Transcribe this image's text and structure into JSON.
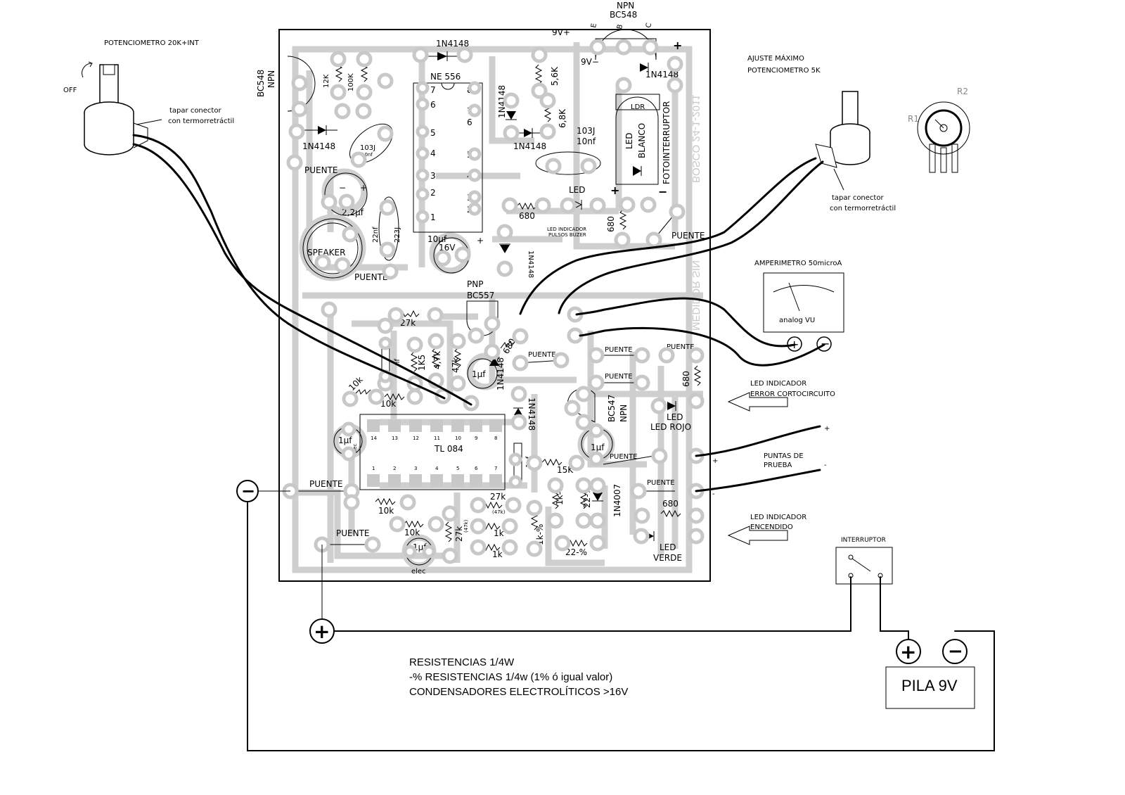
{
  "pot_left": {
    "title": "POTENCIOMETRO 20K+INT",
    "off": "OFF",
    "note1": "tapar conector",
    "note2": "con termorretráctil"
  },
  "pot_right": {
    "title1": "AJUSTE MÁXIMO",
    "title2": "POTENCIOMETRO 5K",
    "r1": "R1",
    "r2": "R2",
    "note1": "tapar conector",
    "note2": "con termorretráctil"
  },
  "meter": {
    "title": "AMPERIMETRO 50microA",
    "face": "analog VU",
    "plus": "+",
    "minus": "−"
  },
  "board": {
    "vert1": "BOSCO 24-1-2011",
    "vert2": "MEDIDOR SIN",
    "top": {
      "ic": "NE 556",
      "ic_pins_left": [
        "7",
        "6",
        "5",
        "4",
        "3",
        "2",
        "1"
      ],
      "ic_pins_right": [
        "8",
        "7",
        "6",
        "5",
        "4",
        "3",
        "2"
      ],
      "ic_top_left": "7",
      "ic_top_right": "8",
      "t1_npn": "NPN",
      "t1_type": "BC548",
      "t1_pins": [
        "E",
        "B",
        "C"
      ],
      "t2_type": "BC548",
      "t2_npn": "NPN",
      "d_top": "1N4148",
      "v_plus": "9V+",
      "v_minus": "9V−",
      "d_right": "1N4148",
      "plus_sign": "+",
      "r12k": "12K",
      "r100k": "100K",
      "r56k": "5,6K",
      "r68k": "6,8K",
      "d_v": "1N4148",
      "d_h": "1N4148",
      "d_left": "1N4148",
      "c103j": "103J",
      "c10nf_small": "10nf",
      "c103j_b": "103J",
      "c10nf": "10nf",
      "ldr": "LDR",
      "led_blanco1": "LED",
      "led_blanco2": "BLANCO",
      "fotointerruptor": "FOTOINTERRUPTOR",
      "puente1": "PUENTE",
      "c22uf": "2,2µf",
      "c22nf": "22nf",
      "c223j": "223J",
      "speaker": "SPEAKER",
      "puente2": "PUENTE",
      "c10uf": "10µf",
      "c16v": "16V",
      "led": "LED",
      "r680": "680",
      "led_ind1": "LED INDICADOR",
      "led_ind2": "PULSOS BUZER",
      "d_bottom": "1N4148",
      "r680_v": "680",
      "puente3": "PUENTE",
      "minus_sign": "−"
    },
    "bottom": {
      "pnp": "PNP",
      "bc557": "BC557",
      "r27k": "27k",
      "r680": "680",
      "puente_a": "PUENTE",
      "puente_b": "PUENTE",
      "puente_c": "PUENTE",
      "puente_d": "PUENTE",
      "nf": "nf",
      "r1k5": "1K5",
      "r47k_a": "4,7k",
      "r47k_b": "47k",
      "c1uf_a": "1µf",
      "d1n4148_a": "1N4148",
      "r10k_a": "10k",
      "r10k_b": "10k",
      "d1n4148_b": "1N4148",
      "r680_b": "680",
      "led_rojo_1": "LED",
      "led_rojo_2": "LED ROJO",
      "bc547": "BC547",
      "npn": "NPN",
      "c1uf_b": "1µf",
      "c1uf_c": "1µf",
      "elec": "elec",
      "ic": "TL 084",
      "ic_pins_top": [
        "14",
        "13",
        "12",
        "11",
        "10",
        "9",
        "8"
      ],
      "ic_pins_bottom": [
        "1",
        "2",
        "3",
        "4",
        "5",
        "6",
        "7"
      ],
      "c1uf_d": "1µf",
      "r15k": "15K",
      "puente_e": "PUENTE",
      "puente_f": "PUENTE",
      "puente_g": "PUENTE",
      "r10k_c": "10k",
      "r10k_d": "10k",
      "r27k_b": "27k",
      "r47k_small": "(47k)",
      "r27k_c": "27k",
      "r47k_small2": "(47k)",
      "r1k_a": "1k",
      "r1k_b": "1k",
      "r1k_pct_a": "1k-%",
      "r1k_pct_b": "1k-%",
      "r22_a": "22-%",
      "r22_b": "22-%",
      "d1n4007": "1N4007",
      "r680_c": "680",
      "led_verde_1": "LED",
      "led_verde_2": "VERDE",
      "puente_h": "PUENTE",
      "c1uf_e": "1µf",
      "elec2": "elec",
      "plus_sign": "+"
    }
  },
  "callouts": {
    "led_error1": "LED INDICADOR",
    "led_error2": "ERROR CORTOCIRCUITO",
    "probes1": "PUNTAS DE",
    "probes2": "PRUEBA",
    "probe_plus": "+",
    "probe_minus": "-",
    "board_plus": "+",
    "board_minus": "-",
    "led_on1": "LED INDICADOR",
    "led_on2": "ENCENDIDO",
    "switch": "INTERRUPTOR"
  },
  "power": {
    "battery": "PILA 9V",
    "plus": "+",
    "minus": "−",
    "left_minus": "−",
    "left_plus": "+"
  },
  "notes": [
    "RESISTENCIAS 1/4W",
    "-% RESISTENCIAS 1/4w (1% ó igual valor)",
    "CONDENSADORES ELECTROLÍTICOS >16V"
  ]
}
